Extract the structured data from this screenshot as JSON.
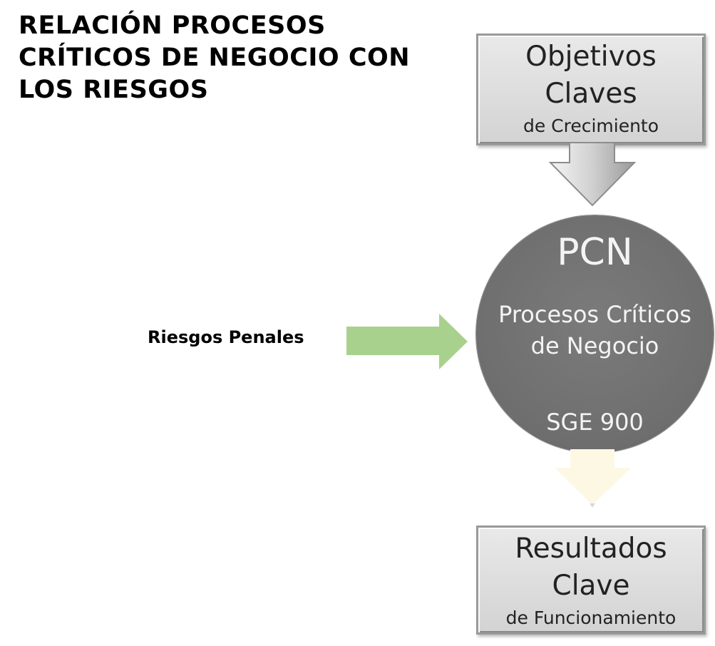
{
  "title": {
    "lines": [
      "RELACIÓN PROCESOS",
      "CRÍTICOS DE NEGOCIO CON",
      "LOS RIESGOS"
    ]
  },
  "objetivos": {
    "line1": "Objetivos",
    "line2": "Claves",
    "line3": "de Crecimiento"
  },
  "pcn": {
    "acronym": "PCN",
    "name": "Procesos Críticos de Negocio",
    "code": "SGE 900"
  },
  "riesgos_label": "Riesgos Penales",
  "resultados": {
    "line1": "Resultados",
    "line2": "Clave",
    "line3": "de Funcionamiento"
  },
  "colors": {
    "box_fill": "#dcdcdc",
    "circle_fill": "#737373",
    "input_arrow": "#a9d18e",
    "output_arrow": "#fdf8e4"
  }
}
